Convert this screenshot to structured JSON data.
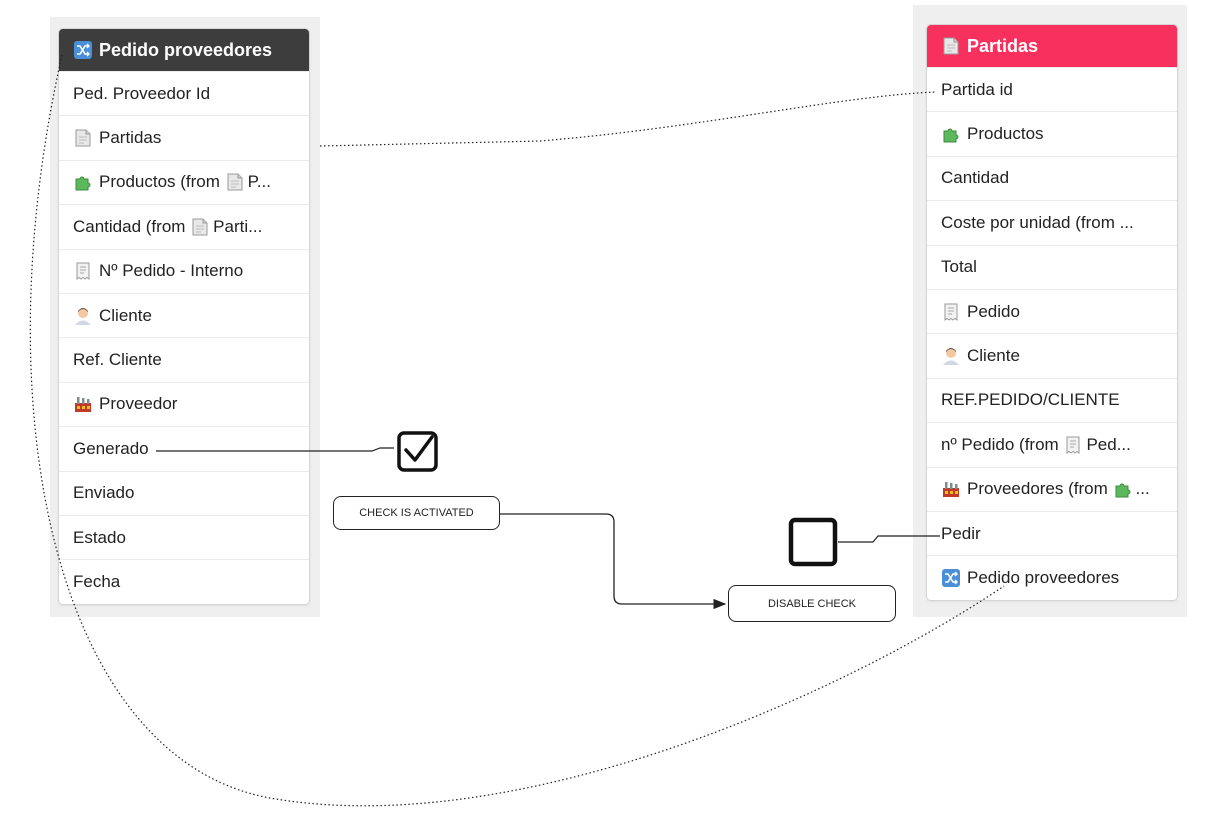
{
  "left_table": {
    "title": "Pedido proveedores",
    "title_icon": "shuffle-icon",
    "header_color": "#3d3d3d",
    "fields": [
      {
        "label": "Ped. Proveedor Id",
        "icon": ""
      },
      {
        "label": "Partidas",
        "icon": "document-icon"
      },
      {
        "label": "Productos (from ",
        "icon": "puzzle-icon",
        "tail_icon": "document-icon",
        "tail": "P..."
      },
      {
        "label": "Cantidad (from ",
        "icon": "",
        "tail_icon": "document-icon",
        "tail": "Parti..."
      },
      {
        "label": "Nº Pedido - Interno",
        "icon": "receipt-icon"
      },
      {
        "label": "Cliente",
        "icon": "person-icon"
      },
      {
        "label": "Ref. Cliente",
        "icon": ""
      },
      {
        "label": "Proveedor",
        "icon": "factory-icon"
      },
      {
        "label": "Generado",
        "icon": ""
      },
      {
        "label": "Enviado",
        "icon": ""
      },
      {
        "label": "Estado",
        "icon": ""
      },
      {
        "label": "Fecha",
        "icon": ""
      }
    ]
  },
  "right_table": {
    "title": "Partidas",
    "title_icon": "document-icon",
    "header_color": "#f8305e",
    "fields": [
      {
        "label": "Partida id",
        "icon": ""
      },
      {
        "label": "Productos",
        "icon": "puzzle-icon"
      },
      {
        "label": "Cantidad",
        "icon": ""
      },
      {
        "label": "Coste por unidad (from ...",
        "icon": ""
      },
      {
        "label": "Total",
        "icon": ""
      },
      {
        "label": "Pedido",
        "icon": "receipt-icon"
      },
      {
        "label": "Cliente",
        "icon": "person-icon"
      },
      {
        "label": "REF.PEDIDO/CLIENTE",
        "icon": ""
      },
      {
        "label": "nº Pedido (from ",
        "icon": "",
        "tail_icon": "receipt-icon",
        "tail": "Ped..."
      },
      {
        "label": "Proveedores (from ",
        "icon": "factory-icon",
        "tail_icon": "puzzle-icon",
        "tail": "..."
      },
      {
        "label": "Pedir",
        "icon": ""
      },
      {
        "label": "Pedido proveedores",
        "icon": "shuffle-icon"
      }
    ]
  },
  "annotations": {
    "check_label": "CHECK IS ACTIVATED",
    "disable_label": "DISABLE CHECK",
    "checked_icon": "checkbox-checked-icon",
    "unchecked_icon": "checkbox-empty-icon"
  }
}
